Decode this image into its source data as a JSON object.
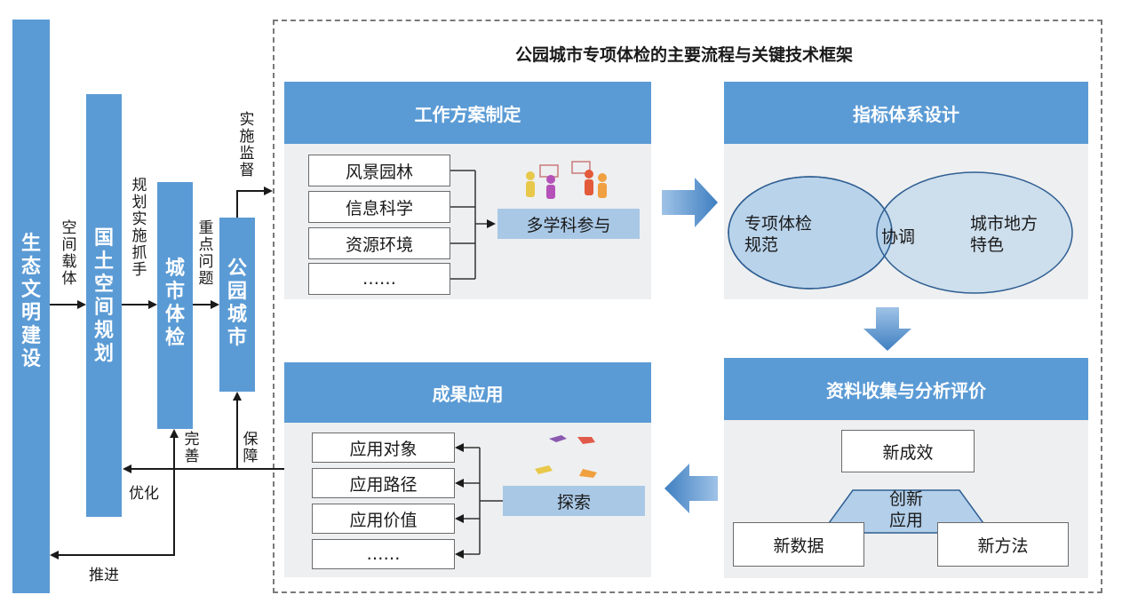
{
  "title": "公园城市专项体检的主要流程与关键技术框架",
  "left_chain": {
    "bar1": "生态文明建设",
    "bar2": "国土空间规划",
    "bar3": "城市体检",
    "bar4": "公园城市",
    "label_1_2": "空间载体",
    "label_2_3": "规划实施抓手",
    "label_3_4": "重点问题",
    "label_4_frame": "实施监督",
    "label_optimize": "优化",
    "label_improve": "完善",
    "label_guarantee": "保障",
    "label_promote": "推进"
  },
  "panel_work": {
    "header": "工作方案制定",
    "items": [
      "风景园林",
      "信息科学",
      "资源环境",
      "……"
    ],
    "result": "多学科参与"
  },
  "panel_index": {
    "header": "指标体系设计",
    "left_ellipse": [
      "专项体检",
      "规范"
    ],
    "center": "协调",
    "right_ellipse": [
      "城市地方",
      "特色"
    ]
  },
  "panel_data": {
    "header": "资料收集与分析评价",
    "top": "新成效",
    "center": [
      "创新",
      "应用"
    ],
    "left": "新数据",
    "right": "新方法"
  },
  "panel_result": {
    "header": "成果应用",
    "items": [
      "应用对象",
      "应用路径",
      "应用价值",
      "……"
    ],
    "explore": "探索"
  }
}
